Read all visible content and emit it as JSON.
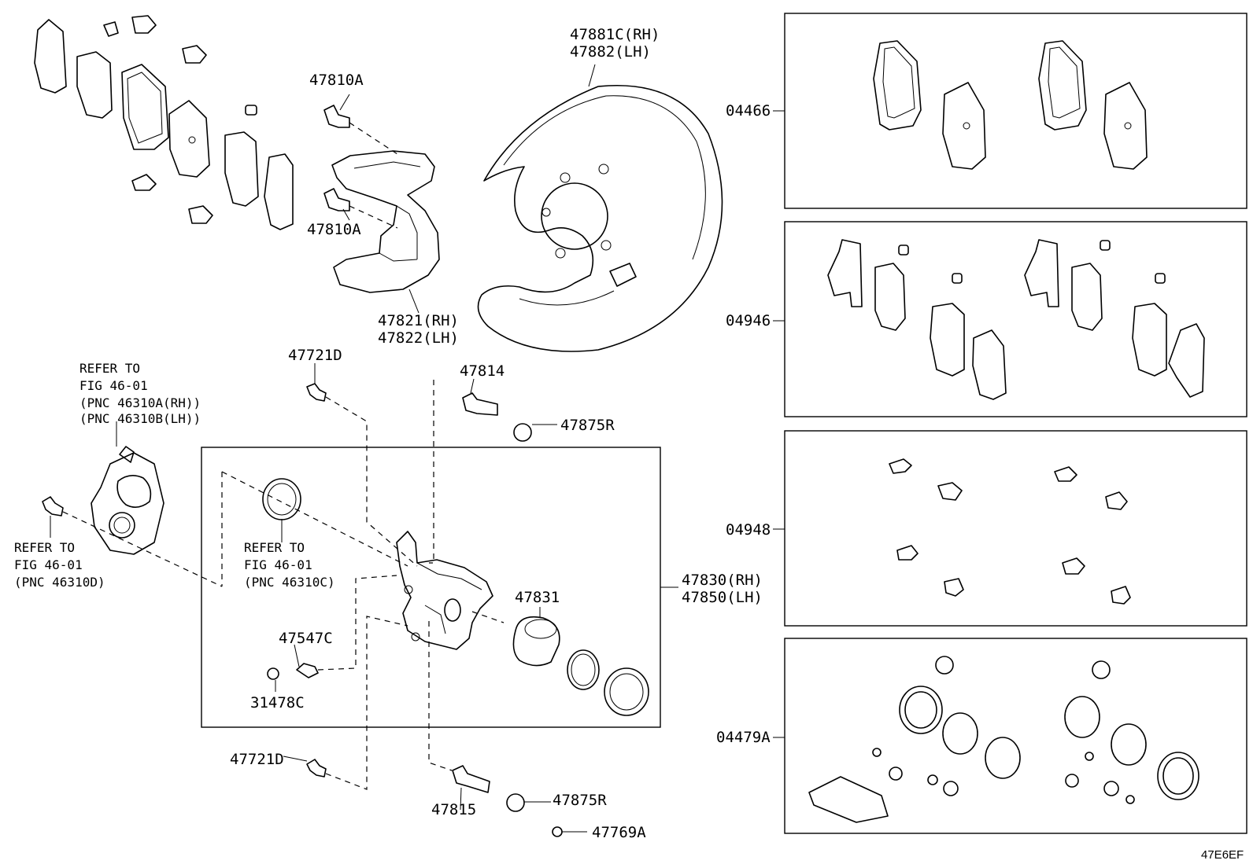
{
  "labels": {
    "bolt_upper": "47810A",
    "bolt_lower": "47810A",
    "dust_cover_rh": "47881C(RH)",
    "dust_cover_lh": "47882(LH)",
    "mounting_rh": "47821(RH)",
    "mounting_lh": "47822(LH)",
    "bolt_47721d_top": "47721D",
    "slide_pin_47814": "47814",
    "bushing_top": "47875R",
    "caliper_rh": "47830(RH)",
    "caliper_lh": "47850(LH)",
    "piston": "47831",
    "bleeder": "47547C",
    "cap": "31478C",
    "bolt_47721d_bottom": "47721D",
    "slide_pin_47815": "47815",
    "bushing_bottom": "47875R",
    "bushing_47769a": "47769A",
    "kit_04466": "04466",
    "kit_04946": "04946",
    "kit_04948": "04948",
    "kit_04479a": "04479A",
    "figure_code": "47E6EF"
  },
  "refs": {
    "ref_a_1": "REFER TO",
    "ref_a_2": "FIG 46-01",
    "ref_a_3": "(PNC 46310A(RH))",
    "ref_a_4": "(PNC 46310B(LH))",
    "ref_b_1": "REFER TO",
    "ref_b_2": "FIG 46-01",
    "ref_b_3": "(PNC 46310D)",
    "ref_c_1": "REFER TO",
    "ref_c_2": "FIG 46-01",
    "ref_c_3": "(PNC 46310C)"
  }
}
